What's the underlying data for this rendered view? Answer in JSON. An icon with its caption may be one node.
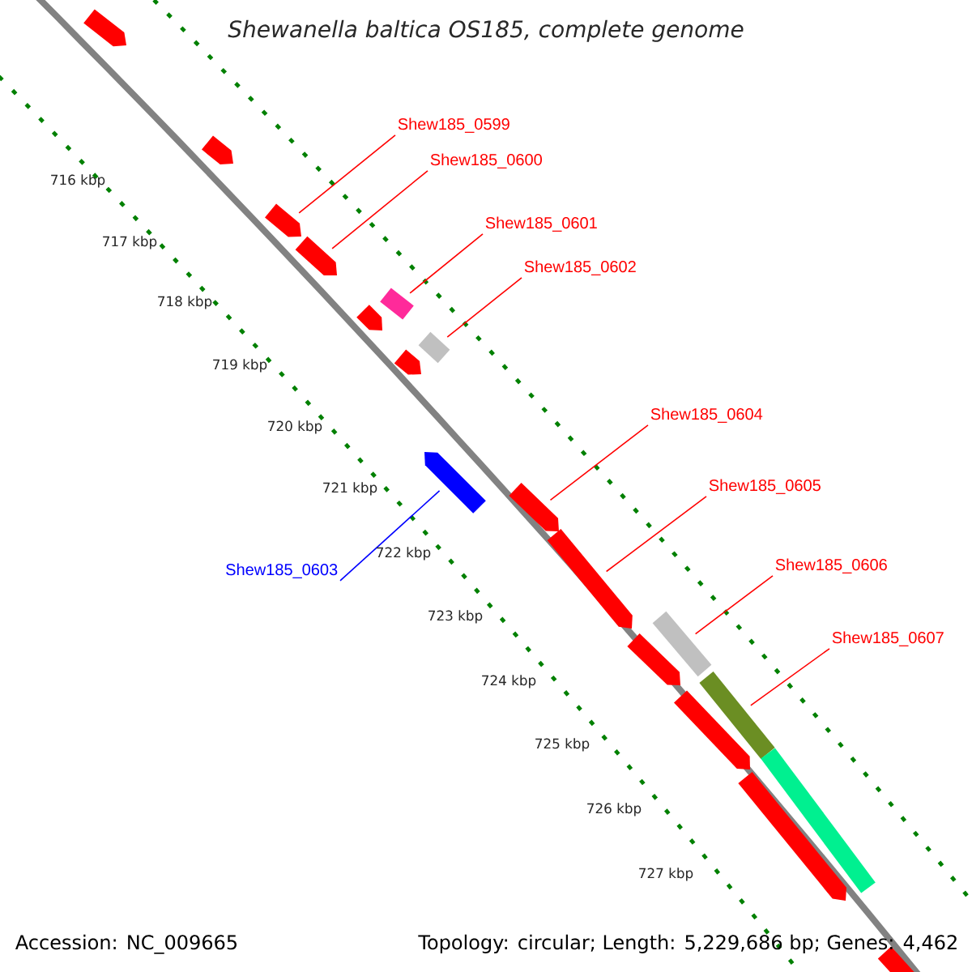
{
  "diagram": {
    "title": "*Shewanella baltica* OS185, complete genome",
    "nodes": [
      {
        "text": [
          "Shew185_0599"
        ]
      },
      {
        "text": [
          "Shew185_0600"
        ]
      },
      {
        "text": [
          "Shew185_0601"
        ]
      },
      {
        "text": [
          "Shew185_0602"
        ]
      },
      {
        "text": [
          "Shew185_0604"
        ]
      },
      {
        "text": [
          "Shew185_0605"
        ]
      },
      {
        "text": [
          "Shew185_0603"
        ]
      },
      {
        "text": [
          "Shew185_0606"
        ]
      },
      {
        "text": [
          "Shew185_0607"
        ]
      },
      {
        "text": [],
        "shape": "arrow"
      },
      {
        "text": [],
        "shape": "arrow"
      },
      {
        "text": [],
        "shape": "arrow"
      },
      {
        "text": [],
        "shape": "arrow"
      },
      {
        "text": [],
        "shape": "arrow"
      },
      {
        "text": [],
        "shape": "bar"
      },
      {
        "text": [],
        "shape": "bar"
      },
      {
        "text": [],
        "shape": "arrow"
      },
      {
        "text": [],
        "shape": "arrow"
      },
      {
        "text": [],
        "shape": "arrow"
      },
      {
        "text": [],
        "shape": "arrow"
      },
      {
        "text": [],
        "shape": "bar"
      },
      {
        "text": [],
        "shape": "arrow"
      },
      {
        "text": [],
        "shape": "bar"
      },
      {
        "text": [],
        "shape": "arrow"
      },
      {
        "text": [],
        "shape": "bar"
      },
      {
        "text": [],
        "shape": "arrow"
      },
      {
        "text": [],
        "shape": "arrow"
      }
    ],
    "edges": [
      {
        "from": 0,
        "to": 11,
        "arrow": "none"
      },
      {
        "from": 1,
        "to": 12,
        "arrow": "none"
      },
      {
        "from": 2,
        "to": 14,
        "arrow": "none"
      },
      {
        "from": 3,
        "to": 15,
        "arrow": "none"
      },
      {
        "from": 4,
        "to": 18,
        "arrow": "none"
      },
      {
        "from": 5,
        "to": 19,
        "arrow": "none"
      },
      {
        "from": 6,
        "to": 17,
        "arrow": "none",
        "color": "#0000ff"
      },
      {
        "from": 7,
        "to": 20,
        "arrow": "none"
      },
      {
        "from": 8,
        "to": 22,
        "arrow": "none"
      }
    ],
    "labels": [
      "716 kbp",
      "717 kbp",
      "718 kbp",
      "719 kbp",
      "720 kbp",
      "721 kbp",
      "722 kbp",
      "723 kbp",
      "724 kbp",
      "725 kbp",
      "726 kbp",
      "727 kbp",
      "Accession: NC_009665",
      "Topology: circular; Length: 5,229,686 bp; Genes: 4,462"
    ]
  }
}
